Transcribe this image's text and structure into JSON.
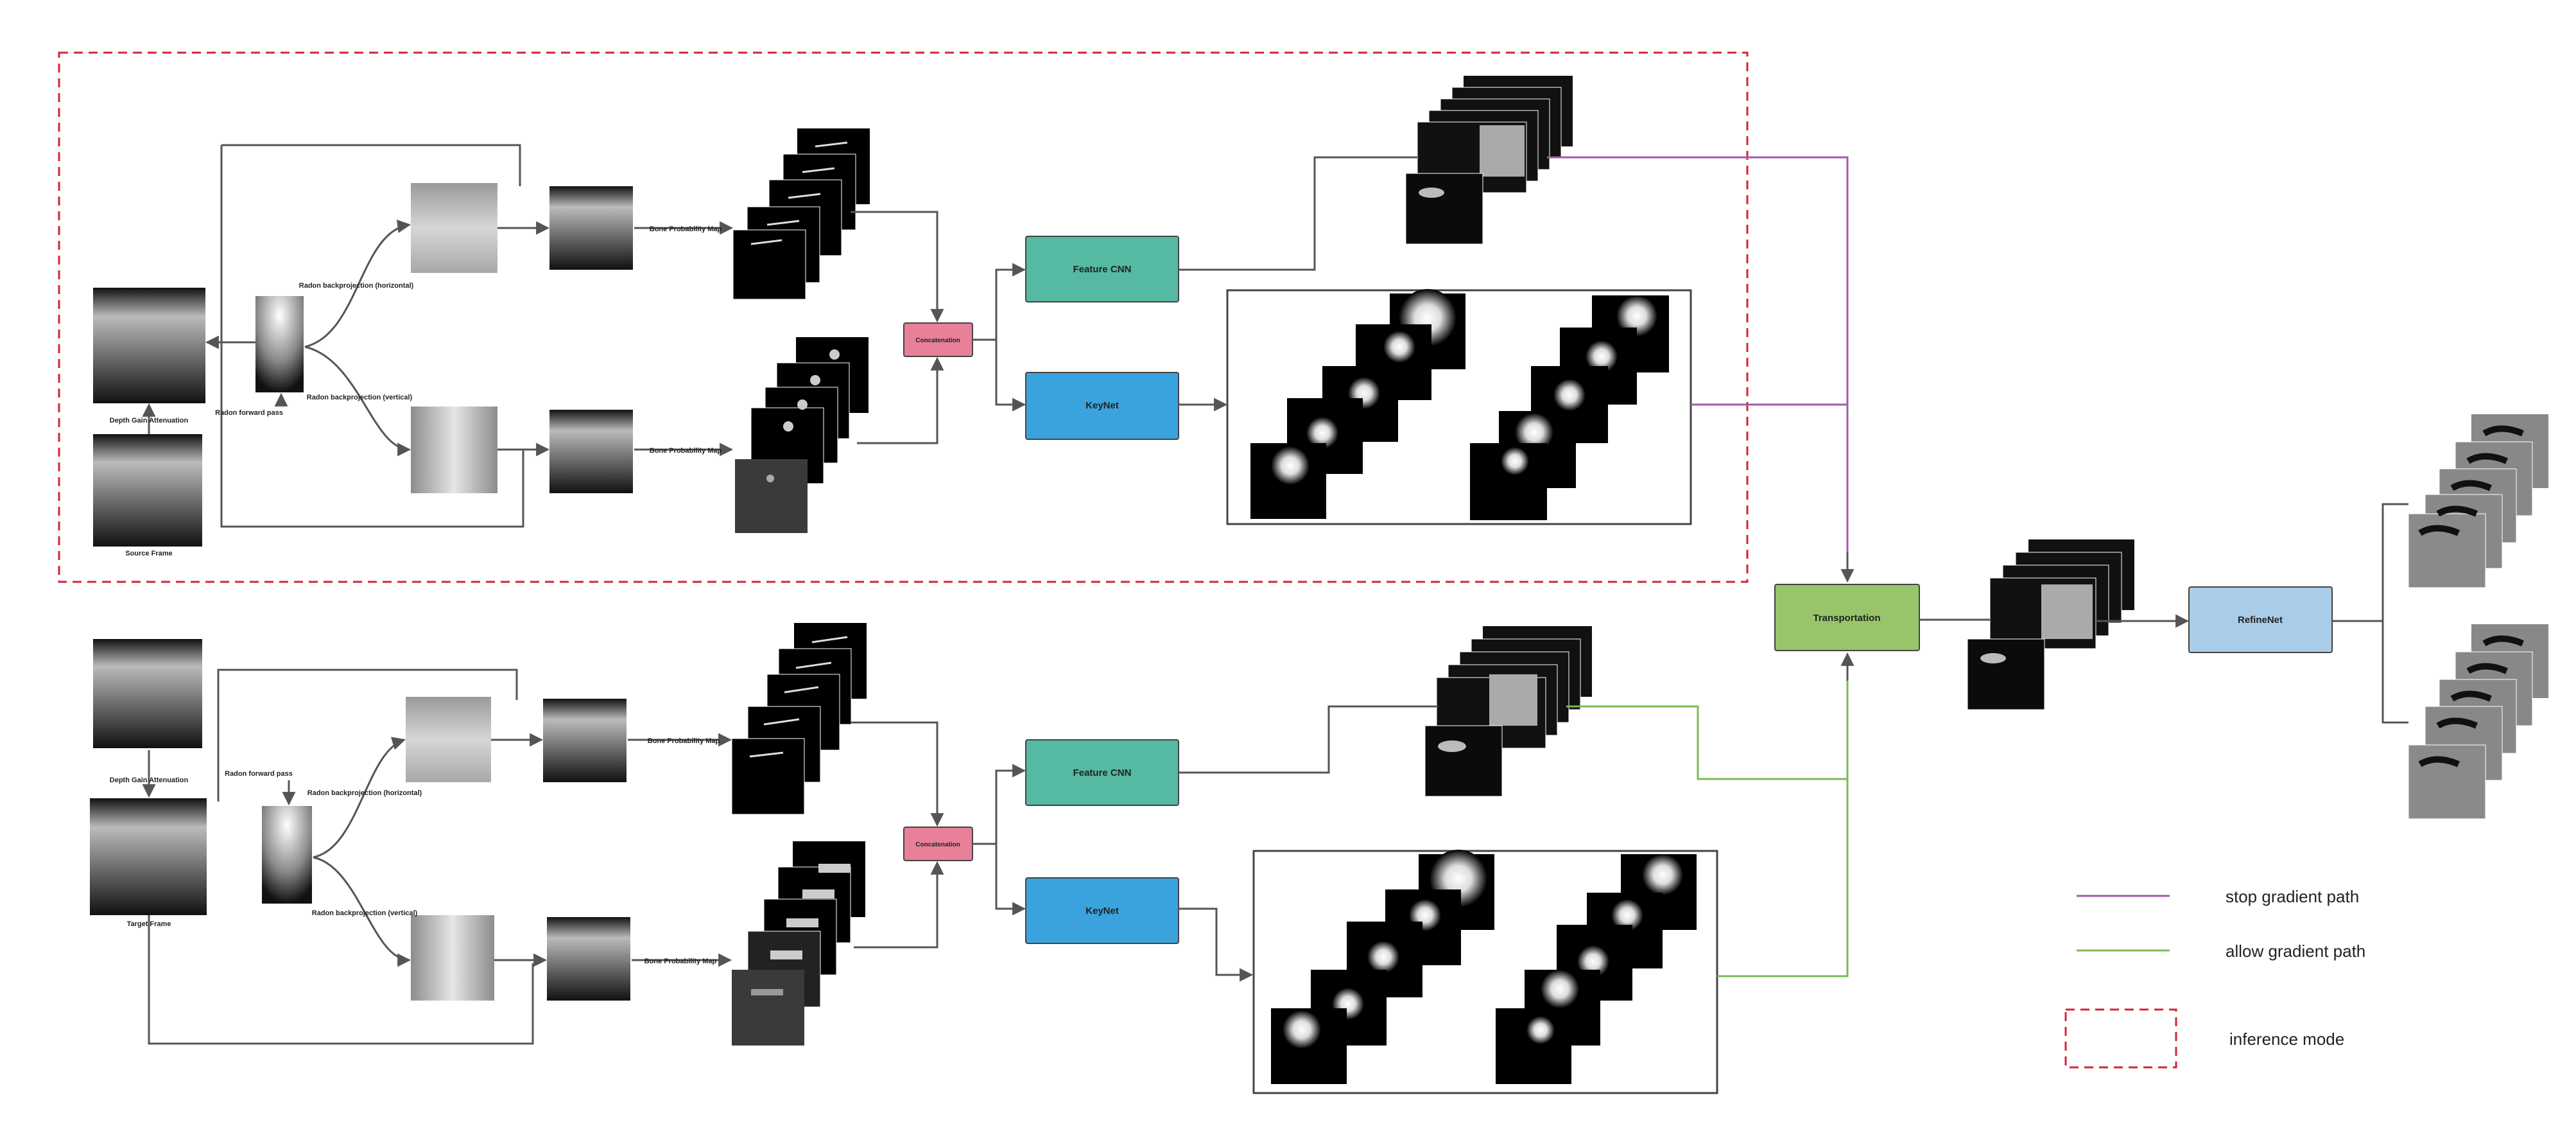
{
  "source_branch": {
    "source_frame": "Source Frame",
    "depth_gain": "Depth Gain Attenuation",
    "radon_forward": "Radon forward pass",
    "backproj_h": "Radon backprojection (horizontal)",
    "backproj_v": "Radon backprojection (vertical)",
    "bone_map_top": "Bone Probability Map",
    "bone_map_bottom": "Bone Probability Map",
    "concat": "Concatenation",
    "feature_cnn": "Feature CNN",
    "keynet": "KeyNet"
  },
  "target_branch": {
    "target_frame": "Target Frame",
    "depth_gain": "Depth Gain Attenuation",
    "radon_forward": "Radon forward pass",
    "backproj_h": "Radon backprojection (horizontal)",
    "backproj_v": "Radon backprojection (vertical)",
    "bone_map_top": "Bone Probability Map",
    "bone_map_bottom": "Bone Probability Map",
    "concat": "Concatenation",
    "feature_cnn": "Feature CNN",
    "keynet": "KeyNet"
  },
  "transportation": "Transportation",
  "refinenet": "RefineNet",
  "legend": {
    "stop_gradient": "stop gradient path",
    "allow_gradient": "allow gradient path",
    "inference_mode": "inference mode"
  },
  "colors": {
    "stop_gradient": "#a05aa8",
    "allow_gradient": "#7cbb55",
    "inference_box": "#d62336",
    "feature_cnn": "#55b9a3",
    "keynet": "#3aa3dd",
    "concat": "#e8809a",
    "transportation": "#98c46a",
    "refinenet": "#a9cde8"
  }
}
